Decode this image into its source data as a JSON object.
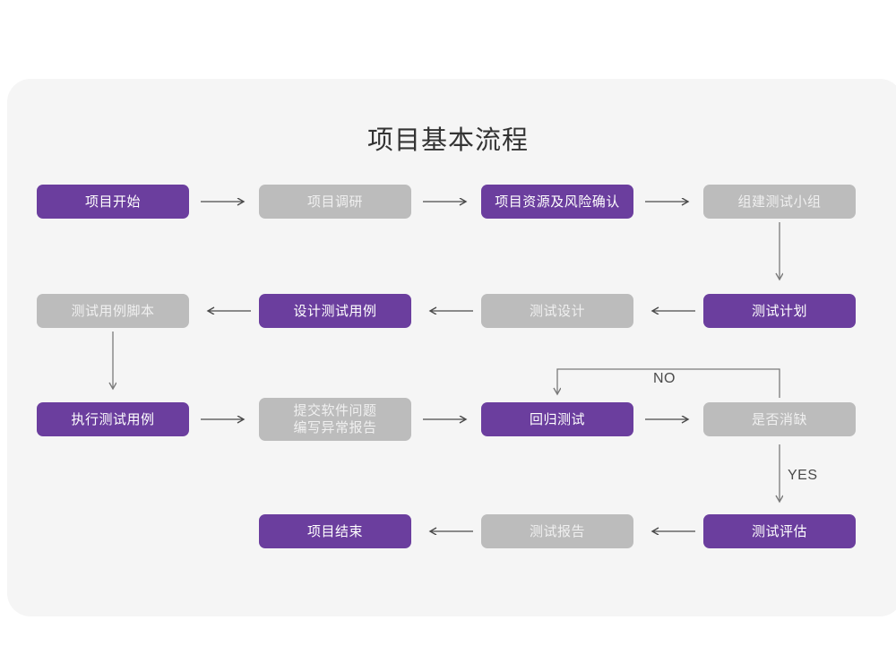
{
  "page": {
    "title": "项目基本流程",
    "panel_bg": "#f5f5f5",
    "page_bg": "#ffffff",
    "accent_color": "#6b3e9e",
    "muted_color": "#bcbcbc",
    "line_color": "#7a7a7a"
  },
  "chart_data": {
    "type": "diagram",
    "title": "项目基本流程",
    "nodes": [
      {
        "id": "n1",
        "label": "项目开始",
        "style": "accent",
        "row": 1,
        "col": 1
      },
      {
        "id": "n2",
        "label": "项目调研",
        "style": "muted",
        "row": 1,
        "col": 2
      },
      {
        "id": "n3",
        "label": "项目资源及风险确认",
        "style": "accent",
        "row": 1,
        "col": 3
      },
      {
        "id": "n4",
        "label": "组建测试小组",
        "style": "muted",
        "row": 1,
        "col": 4
      },
      {
        "id": "n5",
        "label": "测试用例脚本",
        "style": "muted",
        "row": 2,
        "col": 1
      },
      {
        "id": "n6",
        "label": "设计测试用例",
        "style": "accent",
        "row": 2,
        "col": 2
      },
      {
        "id": "n7",
        "label": "测试设计",
        "style": "muted",
        "row": 2,
        "col": 3
      },
      {
        "id": "n8",
        "label": "测试计划",
        "style": "accent",
        "row": 2,
        "col": 4
      },
      {
        "id": "n9",
        "label": "执行测试用例",
        "style": "accent",
        "row": 3,
        "col": 1
      },
      {
        "id": "n10",
        "label": "提交软件问题\n编写异常报告",
        "style": "muted",
        "row": 3,
        "col": 2
      },
      {
        "id": "n11",
        "label": "回归测试",
        "style": "accent",
        "row": 3,
        "col": 3
      },
      {
        "id": "n12",
        "label": "是否消缺",
        "style": "muted",
        "row": 3,
        "col": 4
      },
      {
        "id": "n13",
        "label": "项目结束",
        "style": "accent",
        "row": 4,
        "col": 2
      },
      {
        "id": "n14",
        "label": "测试报告",
        "style": "muted",
        "row": 4,
        "col": 3
      },
      {
        "id": "n15",
        "label": "测试评估",
        "style": "accent",
        "row": 4,
        "col": 4
      }
    ],
    "edges": [
      {
        "from": "n1",
        "to": "n2",
        "direction": "right",
        "label": ""
      },
      {
        "from": "n2",
        "to": "n3",
        "direction": "right",
        "label": ""
      },
      {
        "from": "n3",
        "to": "n4",
        "direction": "right",
        "label": ""
      },
      {
        "from": "n4",
        "to": "n8",
        "direction": "down",
        "label": ""
      },
      {
        "from": "n8",
        "to": "n7",
        "direction": "left",
        "label": ""
      },
      {
        "from": "n7",
        "to": "n6",
        "direction": "left",
        "label": ""
      },
      {
        "from": "n6",
        "to": "n5",
        "direction": "left",
        "label": ""
      },
      {
        "from": "n5",
        "to": "n9",
        "direction": "down",
        "label": ""
      },
      {
        "from": "n9",
        "to": "n10",
        "direction": "right",
        "label": ""
      },
      {
        "from": "n10",
        "to": "n11",
        "direction": "right",
        "label": ""
      },
      {
        "from": "n11",
        "to": "n12",
        "direction": "right",
        "label": ""
      },
      {
        "from": "n12",
        "to": "n11",
        "direction": "loop-up-left",
        "label": "NO"
      },
      {
        "from": "n12",
        "to": "n15",
        "direction": "down",
        "label": "YES"
      },
      {
        "from": "n15",
        "to": "n14",
        "direction": "left",
        "label": ""
      },
      {
        "from": "n14",
        "to": "n13",
        "direction": "left",
        "label": ""
      }
    ],
    "edge_labels": [
      {
        "id": "no-label",
        "text": "NO"
      },
      {
        "id": "yes-label",
        "text": "YES"
      }
    ]
  }
}
